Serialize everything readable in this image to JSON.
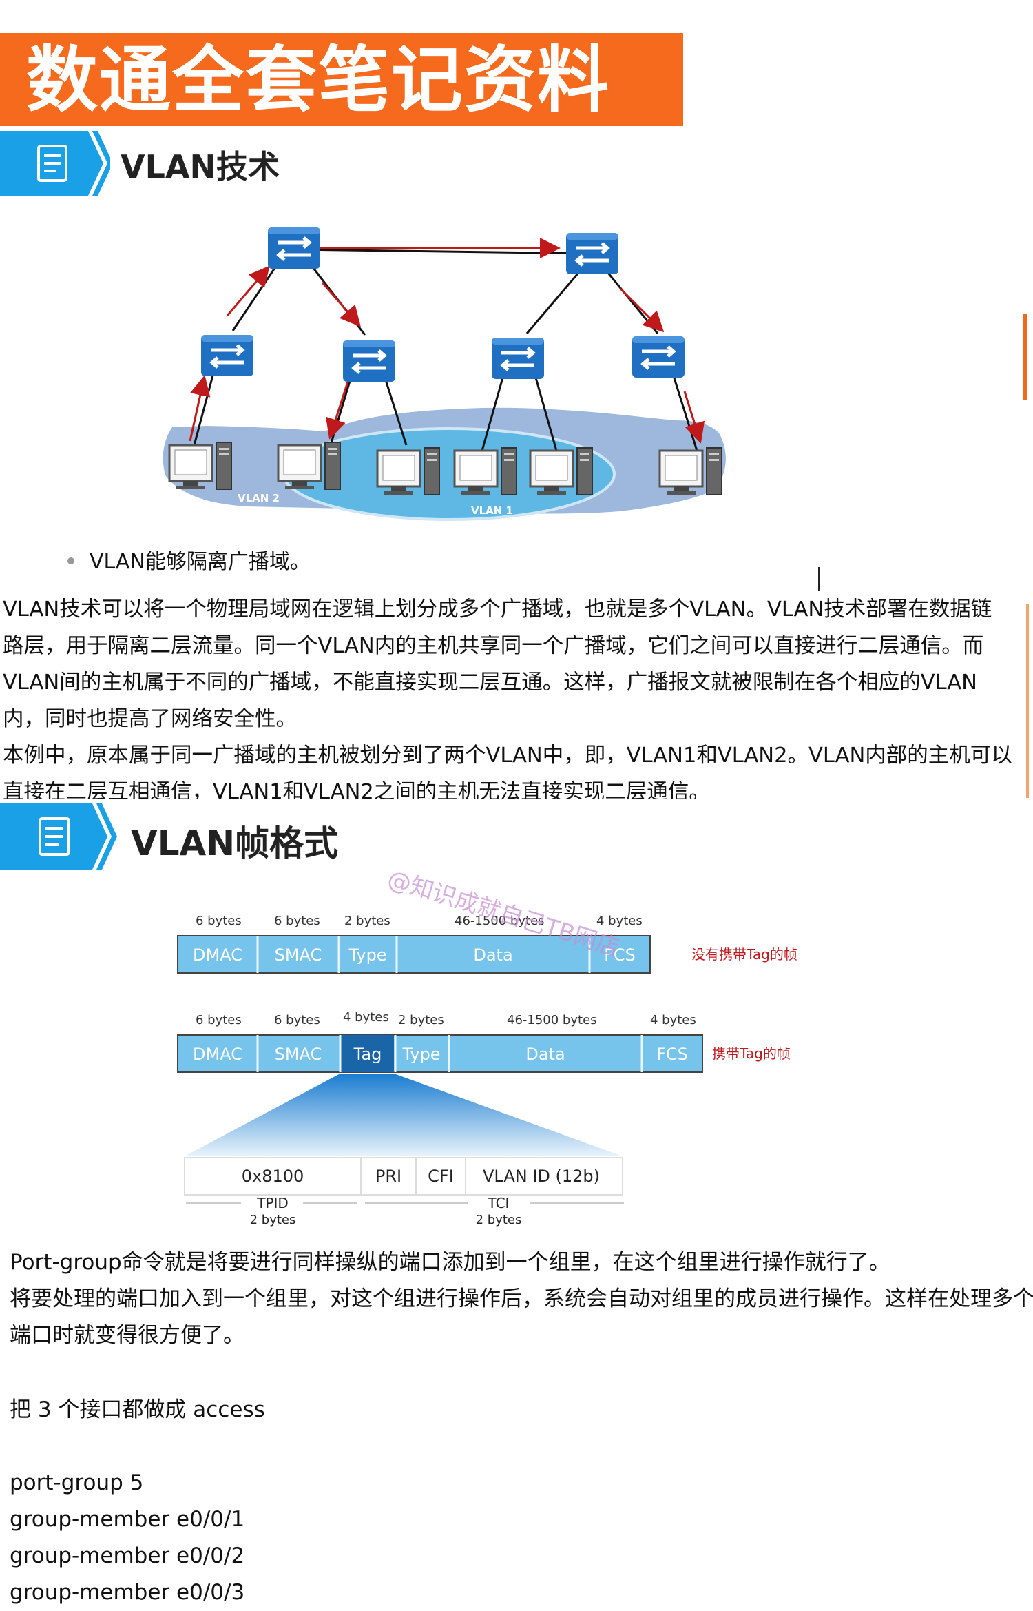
{
  "banner": {
    "title": "数通全套笔记资料"
  },
  "section1": {
    "title": "VLAN技术"
  },
  "topology": {
    "vlan2_label": "VLAN 2",
    "vlan1_label": "VLAN 1"
  },
  "bullet": {
    "text": "VLAN能够隔离广播域。"
  },
  "paragraph": {
    "lines": [
      "VLAN技术可以将一个物理局域网在逻辑上划分成多个广播域，也就是多个VLAN。VLAN技术部署在数据链",
      "路层，用于隔离二层流量。同一个VLAN内的主机共享同一个广播域，它们之间可以直接进行二层通信。而",
      "VLAN间的主机属于不同的广播域，不能直接实现二层互通。这样，广播报文就被限制在各个相应的VLAN",
      "内，同时也提高了网络安全性。",
      "本例中，原本属于同一广播域的主机被划分到了两个VLAN中，即，VLAN1和VLAN2。VLAN内部的主机可以",
      "直接在二层互相通信，VLAN1和VLAN2之间的主机无法直接实现二层通信。"
    ]
  },
  "section2": {
    "title": "VLAN帧格式"
  },
  "watermark": {
    "text": "@知识成就自己TB网店"
  },
  "frame_untagged": {
    "sizes": [
      "6 bytes",
      "6 bytes",
      "2 bytes",
      "46-1500 bytes",
      "4 bytes"
    ],
    "fields": [
      "DMAC",
      "SMAC",
      "Type",
      "Data",
      "FCS"
    ],
    "label": "没有携带Tag的帧"
  },
  "frame_tagged": {
    "sizes": [
      "6 bytes",
      "6 bytes",
      "4 bytes",
      "2 bytes",
      "46-1500 bytes",
      "4 bytes"
    ],
    "fields": [
      "DMAC",
      "SMAC",
      "Tag",
      "Type",
      "Data",
      "FCS"
    ],
    "label": "携带Tag的帧"
  },
  "tag_detail": {
    "fields": [
      "0x8100",
      "PRI",
      "CFI",
      "VLAN ID  (12b)"
    ],
    "tpid_name": "TPID",
    "tpid_size": "2 bytes",
    "tci_name": "TCI",
    "tci_size": "2 bytes"
  },
  "port_group": {
    "lines": [
      "Port-group命令就是将要进行同样操纵的端口添加到一个组里，在这个组里进行操作就行了。",
      "将要处理的端口加入到一个组里，对这个组进行操作后，系统会自动对组里的成员进行操作。这样在处理多个",
      "端口时就变得很方便了。"
    ],
    "note": "把 3 个接口都做成 access",
    "commands": [
      "port-group 5",
      "group-member e0/0/1",
      "group-member e0/0/2",
      "group-member e0/0/3"
    ]
  },
  "colors": {
    "banner": "#f56a1c",
    "section_blue": "#1aa0e6",
    "switch_blue": "#1f6fc2",
    "field_blue": "#76c3ec",
    "tag_blue": "#1a64a8",
    "red_label": "#c0191c"
  }
}
